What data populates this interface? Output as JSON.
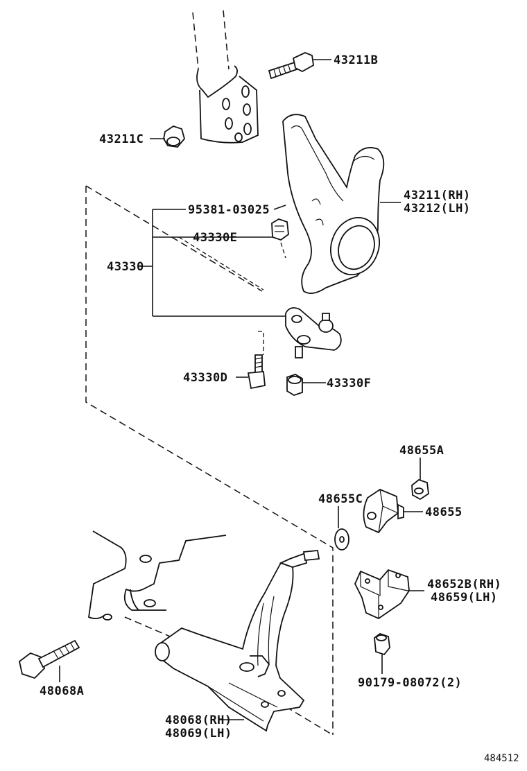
{
  "labels": {
    "p43211b": "43211B",
    "p43211c": "43211C",
    "p43211rh": "43211(RH)",
    "p43212lh": "43212(LH)",
    "p95381": "95381-03025",
    "p43330e": "43330E",
    "p43330": "43330",
    "p43330d": "43330D",
    "p43330f": "43330F",
    "p48655a": "48655A",
    "p48655c": "48655C",
    "p48655": "48655",
    "p48652b": "48652B(RH)",
    "p48659": "48659(LH)",
    "p90179": "90179-08072(2)",
    "p48068a": "48068A",
    "p48068": "48068(RH)",
    "p48069": "48069(LH)",
    "diagram_number": "484512"
  }
}
